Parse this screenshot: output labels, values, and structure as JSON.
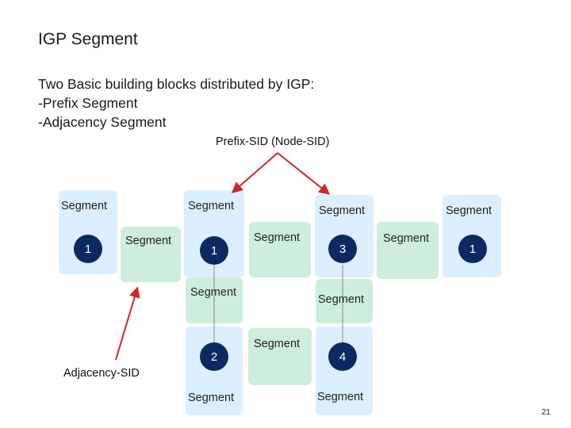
{
  "title": "IGP Segment",
  "intro": {
    "line1": "Two Basic building blocks distributed by IGP:",
    "line2": "-Prefix Segment",
    "line3": "-Adjacency Segment"
  },
  "callouts": {
    "prefix_sid": "Prefix-SID (Node-SID)",
    "adjacency_sid": "Adjacency-SID"
  },
  "nodes": {
    "left": "1",
    "center": "1",
    "right_mid": "3",
    "far_right": "1",
    "bottom_left": "2",
    "bottom_right": "4"
  },
  "labels": {
    "seg_left_top": "Segment",
    "seg_left_link": "Segment",
    "seg_center_top": "Segment",
    "seg_center_link": "Segment",
    "seg_center_below": "Segment",
    "seg_right_top": "Segment",
    "seg_right_link": "Segment",
    "seg_right_below": "Segment",
    "seg_far_right_top": "Segment",
    "seg_bottom_link": "Segment",
    "seg_bottom_left_below": "Segment",
    "seg_bottom_right_below": "Segment"
  },
  "page_number": "21",
  "colors": {
    "node_fill": "#0b2a63",
    "prefix_box": "#dcefff",
    "adjacency_box": "#cdeedd",
    "arrow": "#d42424"
  }
}
